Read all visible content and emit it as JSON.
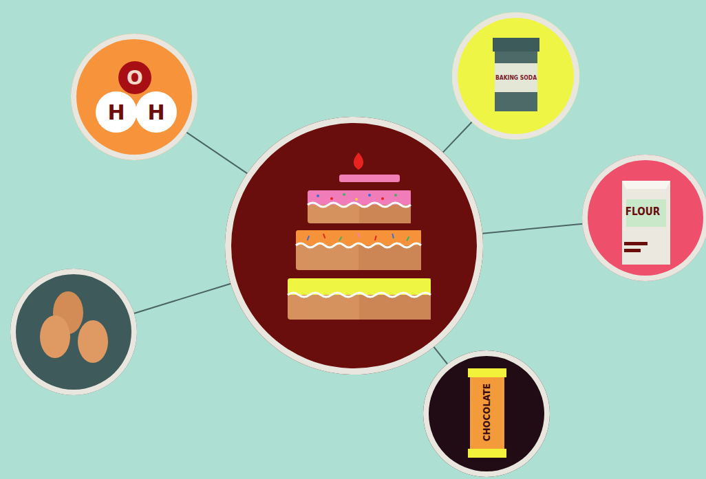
{
  "diagram": {
    "nodes": [
      {
        "text": []
      },
      {
        "text": [
          "O"
        ],
        "in": 0
      },
      {
        "text": [
          "H"
        ],
        "in": 0
      },
      {
        "text": [
          "H"
        ],
        "in": 0
      },
      {
        "text": [
          "BAKING SODA"
        ]
      },
      {
        "text": []
      },
      {
        "text": [
          "FLOUR"
        ]
      },
      {
        "text": []
      },
      {
        "text": [
          "CHOCOLATE"
        ]
      }
    ],
    "edges": [
      {
        "from": 0,
        "to": 5,
        "arrow": "none"
      },
      {
        "from": 4,
        "to": 5,
        "arrow": "none"
      },
      {
        "from": 6,
        "to": 5,
        "arrow": "none"
      },
      {
        "from": 7,
        "to": 5,
        "arrow": "none"
      },
      {
        "from": 8,
        "to": 5,
        "arrow": "none"
      }
    ]
  }
}
